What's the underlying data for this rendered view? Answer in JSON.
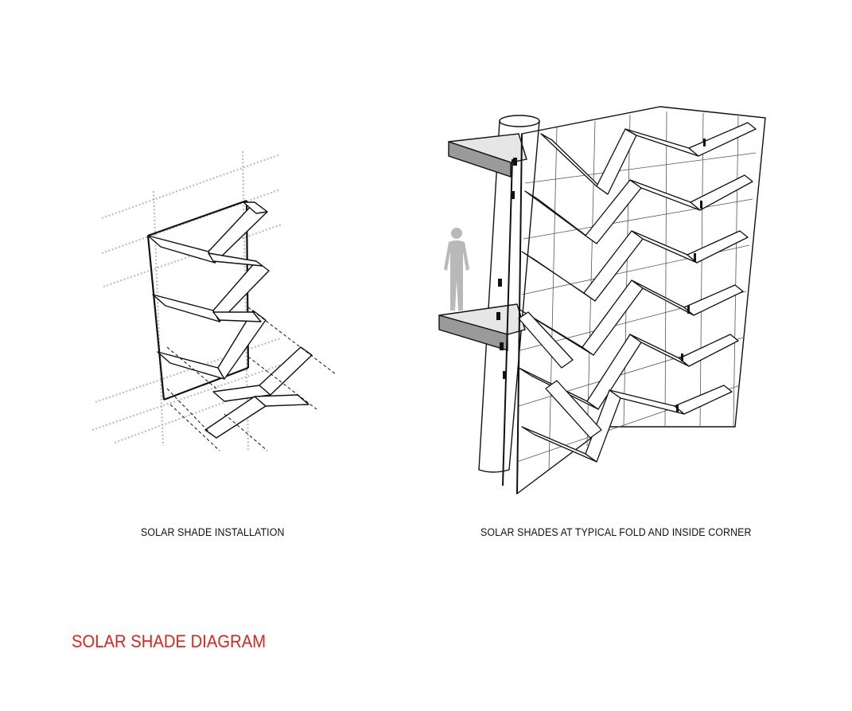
{
  "title": "SOLAR SHADE DIAGRAM",
  "colors": {
    "title": "#e2231a",
    "ink": "#111111",
    "guide": "#bdbdbd",
    "slab": "#e6e6e6",
    "person": "#b9b9b9"
  },
  "panels": [
    {
      "caption": "SOLAR SHADE INSTALLATION"
    },
    {
      "caption": "SOLAR SHADES AT TYPICAL FOLD AND INSIDE CORNER"
    }
  ]
}
